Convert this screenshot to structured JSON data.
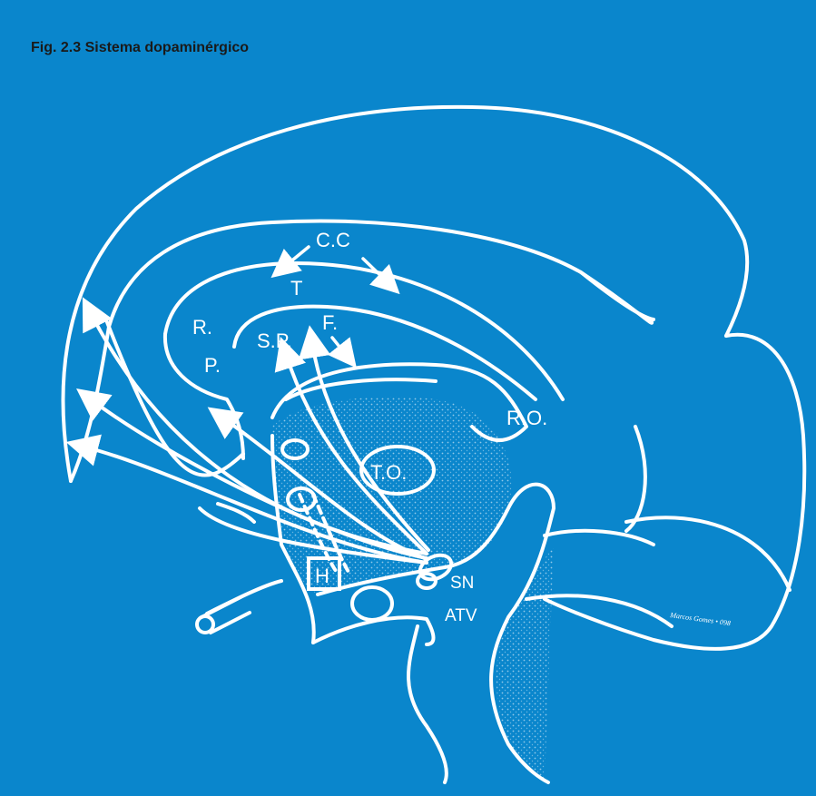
{
  "figure": {
    "title": "Fig. 2.3 Sistema dopaminérgico",
    "colors": {
      "background": "#0a86cc",
      "line": "#ffffff",
      "title_text": "#1a1a1a"
    }
  },
  "labels": {
    "cc": "C.C",
    "t": "T",
    "r": "R.",
    "p": "P.",
    "sp": "S.P.",
    "f": "F.",
    "ro": "R.O.",
    "to": "T.O.",
    "h": "H",
    "sn": "SN",
    "atv": "ATV"
  },
  "signature": "Marcos Gomes • 098"
}
